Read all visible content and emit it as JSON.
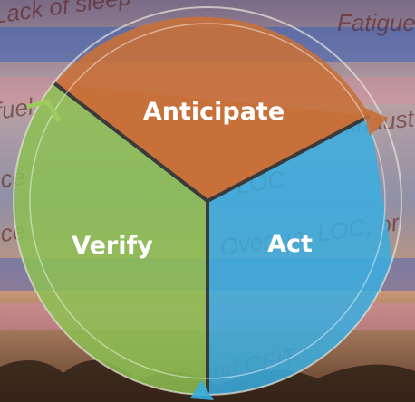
{
  "diagram": {
    "segments": [
      {
        "key": "anticipate",
        "label": "Anticipate",
        "color": "#c8703a"
      },
      {
        "key": "act",
        "label": "Act",
        "color": "#3aaee0"
      },
      {
        "key": "verify",
        "label": "Verify",
        "color": "#8cc152"
      }
    ],
    "background_text": [
      "Lack of sleep",
      "Fatigue",
      "fuel",
      "fuel exhaustion",
      "LOC",
      "Overrun, LOC, or",
      "LOC and CFIT",
      "ice",
      "ice"
    ]
  }
}
